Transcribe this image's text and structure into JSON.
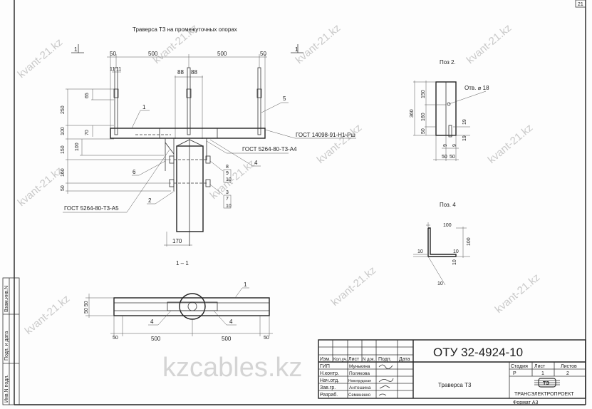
{
  "sheet_corner_number": "21",
  "main_title": "Траверса Т3 на промежуточных опорах",
  "section_mark": "1",
  "section_view_title": "1 – 1",
  "dimensions_top": {
    "d50a": "50",
    "d500a": "500",
    "d500b": "500",
    "d50b": "50",
    "d11a": "11",
    "d11b": "11",
    "d88a": "88",
    "d88b": "88"
  },
  "dimensions_left": {
    "d65": "65",
    "d250": "250",
    "d70": "70",
    "d100": "100",
    "d100b": "100",
    "d150": "150",
    "d160": "160",
    "d50": "50",
    "d170": "170"
  },
  "callouts": {
    "pos1": "1",
    "pos2": "2",
    "pos3": "3",
    "pos4": "4",
    "pos5": "5",
    "pos6": "6",
    "stack1": [
      "8",
      "9",
      "10"
    ],
    "stack2": [
      "3",
      "7",
      "10"
    ],
    "gost_plate": "ГОСТ 14098-91-Н1-Рш",
    "gost_a4": "ГОСТ 5264-80-Т3-А4",
    "gost_a5": "ГОСТ 5264-80-Т3-А5"
  },
  "plan_view": {
    "d5050": "50 50",
    "d50a": "50",
    "d500a": "500",
    "d500b": "500",
    "d50b": "50",
    "pos1": "1",
    "pos4a": "4",
    "pos4b": "4"
  },
  "poz2": {
    "title": "Поз 2.",
    "d360": "360",
    "d150": "150",
    "d160": "160",
    "d50": "50",
    "d19a": "19",
    "d19b": "19",
    "d9a": "9",
    "d9b": "9",
    "d50a": "50",
    "d50b": "50",
    "hole": "Отв. ⌀ 18"
  },
  "poz4": {
    "title": "Поз. 4",
    "d100a": "100",
    "d100b": "100",
    "d10a": "10",
    "d10b": "10",
    "d10c": "10",
    "d10d": "10"
  },
  "side_stamp": [
    "Взам.инв.N",
    "Подп. и дата",
    "Инв.N подл."
  ],
  "title_block": {
    "doc_code": "ОТУ 32-4924-10",
    "headers": [
      "Изм.",
      "Кол.уч.",
      "Лист",
      "N док.",
      "Подп.",
      "Дата"
    ],
    "roles": [
      {
        "role": "ГИП",
        "name": "Мунькина"
      },
      {
        "role": "Н.контр.",
        "name": "Полякова"
      },
      {
        "role": "Нач.отд.",
        "name": "Новогрудская"
      },
      {
        "role": "Зав.гр.",
        "name": "Антошина"
      },
      {
        "role": "Разраб.",
        "name": "Семененко"
      }
    ],
    "drawing_name": "Траверса Т3",
    "stage_label": "Стадия",
    "sheet_label": "Лист",
    "sheets_label": "Листов",
    "stage": "Р",
    "sheet": "1",
    "sheets": "2",
    "organization": "ТРАНСЭЛЕКТРОПРОЕКТ",
    "format": "Формат А3"
  },
  "watermarks": {
    "small": "kvant-21.kz",
    "large": "kzcables.kz"
  }
}
